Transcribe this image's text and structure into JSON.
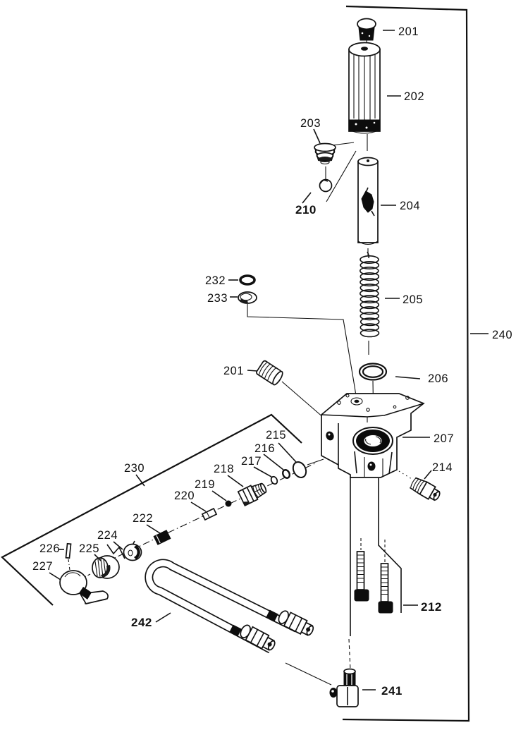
{
  "figure": {
    "type": "exploded-parts-diagram",
    "background": "#ffffff",
    "ink": "#111111"
  },
  "callouts": [
    {
      "id": "201-top",
      "text": "201",
      "bold": false
    },
    {
      "id": "202",
      "text": "202",
      "bold": false
    },
    {
      "id": "203",
      "text": "203",
      "bold": false
    },
    {
      "id": "210",
      "text": "210",
      "bold": true
    },
    {
      "id": "204",
      "text": "204",
      "bold": false
    },
    {
      "id": "205",
      "text": "205",
      "bold": false
    },
    {
      "id": "232",
      "text": "232",
      "bold": false
    },
    {
      "id": "233",
      "text": "233",
      "bold": false
    },
    {
      "id": "201-mid",
      "text": "201",
      "bold": false
    },
    {
      "id": "206",
      "text": "206",
      "bold": false
    },
    {
      "id": "207",
      "text": "207",
      "bold": false
    },
    {
      "id": "214",
      "text": "214",
      "bold": false
    },
    {
      "id": "215",
      "text": "215",
      "bold": false
    },
    {
      "id": "216",
      "text": "216",
      "bold": false
    },
    {
      "id": "217",
      "text": "217",
      "bold": false
    },
    {
      "id": "218",
      "text": "218",
      "bold": false
    },
    {
      "id": "219",
      "text": "219",
      "bold": false
    },
    {
      "id": "220",
      "text": "220",
      "bold": false
    },
    {
      "id": "222",
      "text": "222",
      "bold": false
    },
    {
      "id": "224",
      "text": "224",
      "bold": false
    },
    {
      "id": "225",
      "text": "225",
      "bold": false
    },
    {
      "id": "226",
      "text": "226",
      "bold": false
    },
    {
      "id": "227",
      "text": "227",
      "bold": false
    },
    {
      "id": "230",
      "text": "230",
      "bold": false
    },
    {
      "id": "240",
      "text": "240",
      "bold": false
    },
    {
      "id": "212",
      "text": "212",
      "bold": true
    },
    {
      "id": "242",
      "text": "242",
      "bold": true
    },
    {
      "id": "241",
      "text": "241",
      "bold": true
    }
  ]
}
